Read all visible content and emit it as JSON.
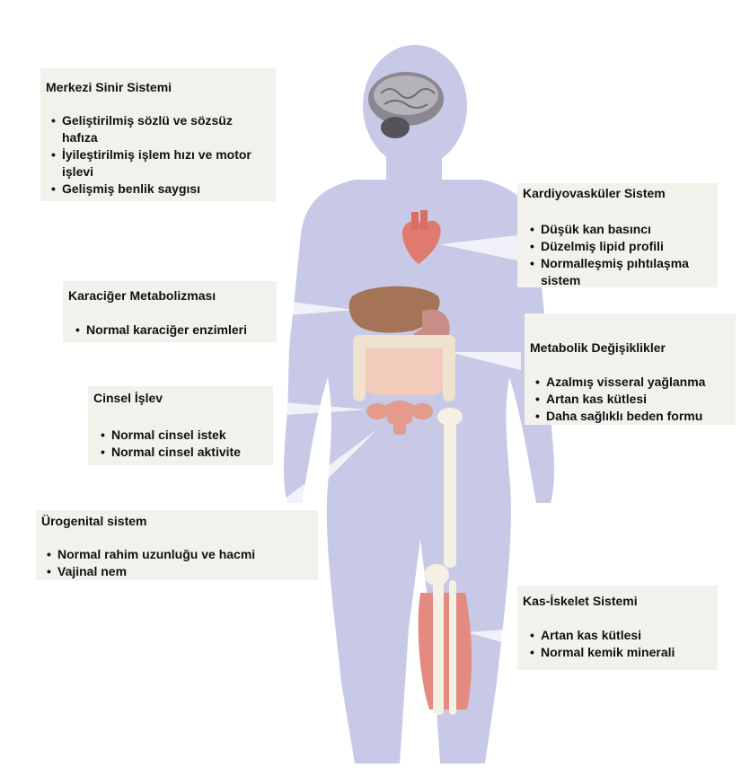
{
  "colors": {
    "body_silhouette": "#c8c9e6",
    "callout_box": "#f3f1ec",
    "brain": "#8a8790",
    "heart": "#e07a6e",
    "liver": "#a57355",
    "stomach": "#c98c86",
    "intestine": "#f1cbbb",
    "uterus": "#e49a8c",
    "bone": "#f4f1e4",
    "muscle": "#e58a80"
  },
  "callouts": {
    "cns": {
      "title": "Merkezi Sinir Sistemi",
      "items": [
        "Geliştirilmiş sözlü ve sözsüz hafıza",
        "İyileştirilmiş işlem hızı ve motor işlevi",
        "Gelişmiş benlik saygısı"
      ]
    },
    "cardio": {
      "title": "Kardiyovasküler Sistem",
      "items": [
        "Düşük kan basıncı",
        "Düzelmiş lipid profili",
        "Normalleşmiş pıhtılaşma sistem"
      ]
    },
    "liver": {
      "title": "Karaciğer Metabolizması",
      "items": [
        "Normal karaciğer enzimleri"
      ]
    },
    "metabolic": {
      "title": "Metabolik Değişiklikler",
      "items": [
        "Azalmış visseral yağlanma",
        "Artan kas kütlesi",
        "Daha sağlıklı beden formu"
      ]
    },
    "sexual": {
      "title": "Cinsel İşlev",
      "items": [
        "Normal cinsel istek",
        "Normal cinsel aktivite"
      ]
    },
    "urogenital": {
      "title": "Ürogenital sistem",
      "items": [
        "Normal rahim uzunluğu ve hacmi",
        "Vajinal nem"
      ]
    },
    "musculo": {
      "title": "Kas-İskelet Sistemi",
      "items": [
        "Artan kas kütlesi",
        "Normal kemik minerali"
      ]
    }
  }
}
